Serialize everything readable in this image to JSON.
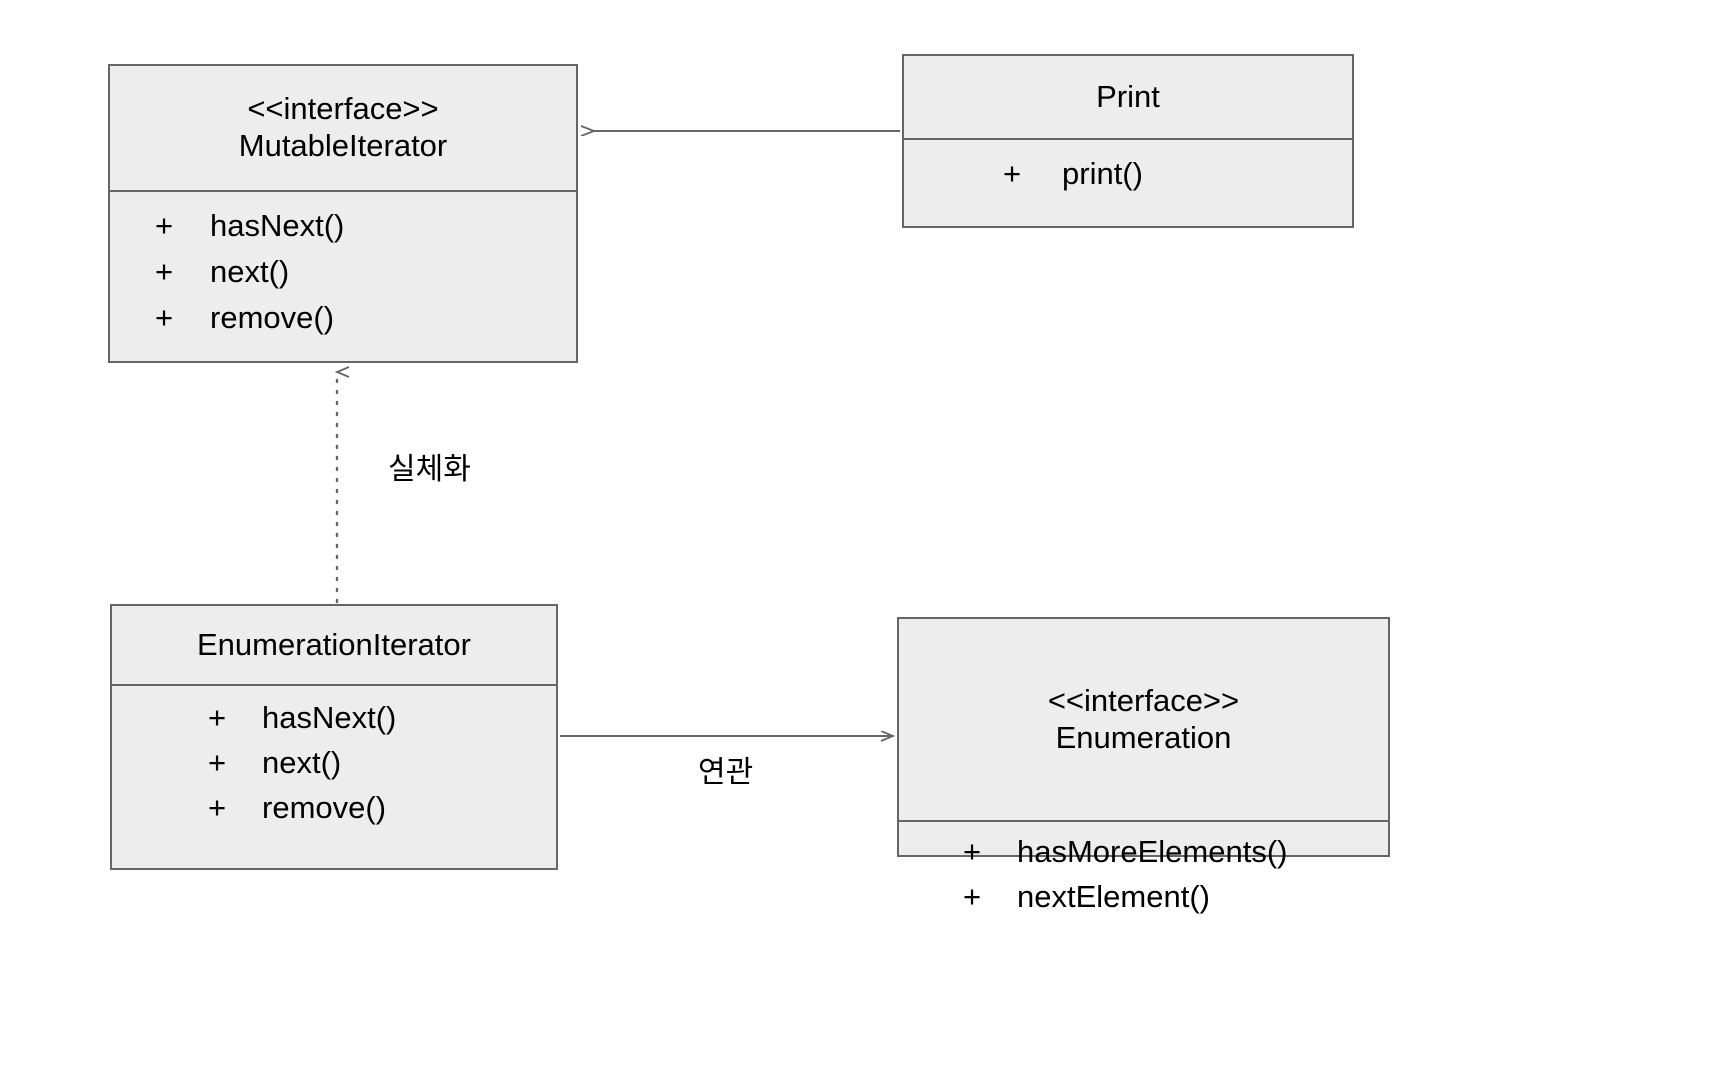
{
  "diagram": {
    "type": "uml-class-diagram",
    "background_color": "#ffffff",
    "box_fill_color": "#ededed",
    "box_border_color": "#666666",
    "line_color": "#666666",
    "text_color": "#000000"
  },
  "classes": {
    "mutable_iterator": {
      "stereotype": "<<interface>>",
      "name": "MutableIterator",
      "members": [
        {
          "visibility": "+",
          "name": "hasNext()"
        },
        {
          "visibility": "+",
          "name": "next()"
        },
        {
          "visibility": "+",
          "name": "remove()"
        }
      ]
    },
    "print": {
      "stereotype": "",
      "name": "Print",
      "members": [
        {
          "visibility": "+",
          "name": "print()"
        }
      ]
    },
    "enumeration_iterator": {
      "stereotype": "",
      "name": "EnumerationIterator",
      "members": [
        {
          "visibility": "+",
          "name": "hasNext()"
        },
        {
          "visibility": "+",
          "name": "next()"
        },
        {
          "visibility": "+",
          "name": "remove()"
        }
      ]
    },
    "enumeration": {
      "stereotype": "<<interface>>",
      "name": "Enumeration",
      "members": [
        {
          "visibility": "+",
          "name": "hasMoreElements()"
        },
        {
          "visibility": "+",
          "name": "nextElement()"
        }
      ]
    }
  },
  "relationships": [
    {
      "id": "print-to-mutableiterator",
      "from": "Print",
      "to": "MutableIterator",
      "style": "solid",
      "arrow": "open",
      "label": ""
    },
    {
      "id": "realization",
      "from": "EnumerationIterator",
      "to": "MutableIterator",
      "style": "dotted",
      "arrow": "open",
      "label": "실체화"
    },
    {
      "id": "association",
      "from": "EnumerationIterator",
      "to": "Enumeration",
      "style": "solid",
      "arrow": "open",
      "label": "연관"
    }
  ],
  "labels": {
    "realization": "실체화",
    "association": "연관"
  }
}
